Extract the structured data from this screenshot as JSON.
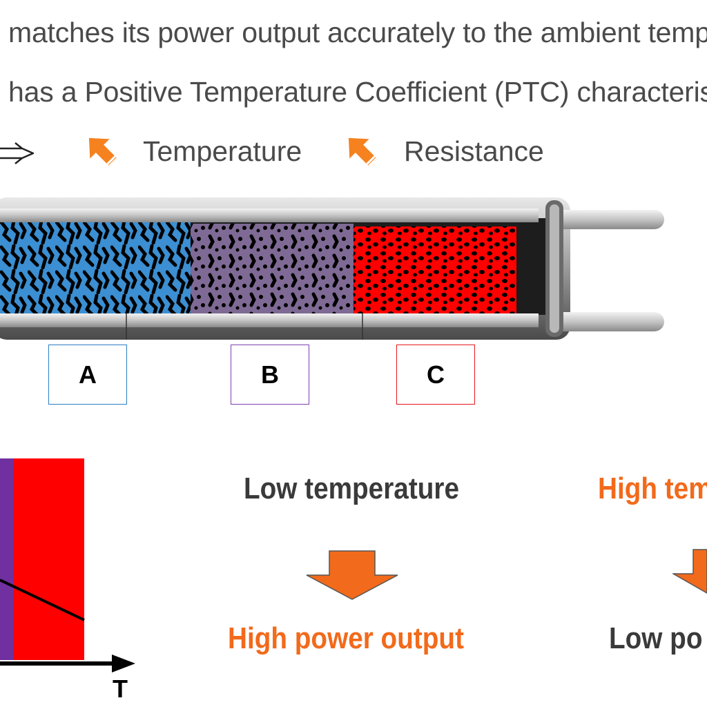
{
  "header": {
    "line1": "matches its power output accurately to the ambient tempe",
    "line2": "has a Positive Temperature Coefficient (PTC) characterist"
  },
  "relation": {
    "implies_icon": "double-right-arrow-icon",
    "arrow_icon": "orange-up-arrow-icon",
    "temperature": "Temperature",
    "resistance": "Resistance"
  },
  "cable": {
    "section_labels": [
      "A",
      "B",
      "C"
    ],
    "section_colors": [
      "#3b8fd2",
      "#7e6a94",
      "#ff0000"
    ]
  },
  "graph": {
    "x_axis_label": "T",
    "band_colors": [
      "#7030a0",
      "#ff0000"
    ]
  },
  "conditions": {
    "low_temperature": "Low temperature",
    "high_power_output": "High power output",
    "high_temperature": "High tem",
    "low_power_output": "Low po",
    "arrow_icon": "orange-down-arrow-icon",
    "highlight_color": "#f26a1b"
  }
}
